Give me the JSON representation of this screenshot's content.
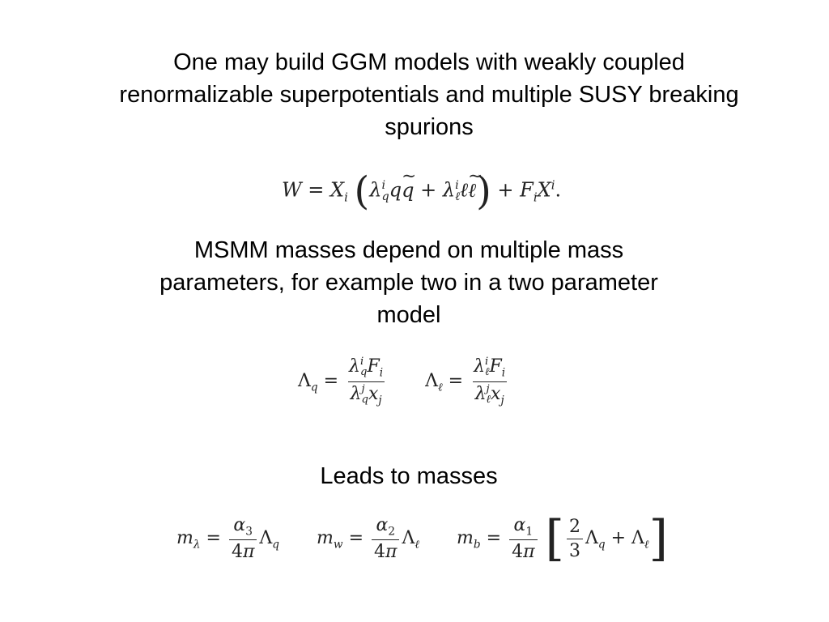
{
  "slide": {
    "paragraph_1": "One may build GGM models with weakly coupled renormalizable superpotentials and multiple SUSY breaking spurions",
    "paragraph_2": "MSMM masses depend on multiple mass parameters, for example two in a two parameter model",
    "paragraph_3": "Leads to masses"
  },
  "equations": {
    "superpotential": "W = X_i (λ_q^i q q̃ + λ_ℓ^i ℓ ℓ̃) + F_i X^i.",
    "lambda_params": "Λ_q = λ_q^i F_i / λ_q^j x_j    Λ_ℓ = λ_ℓ^i F_i / λ_ℓ^j x_j",
    "gaugino_masses": "m_λ = α_3/4π Λ_q    m_w = α_2/4π Λ_ℓ    m_b = α_1/4π [2/3 Λ_q + Λ_ℓ]"
  }
}
